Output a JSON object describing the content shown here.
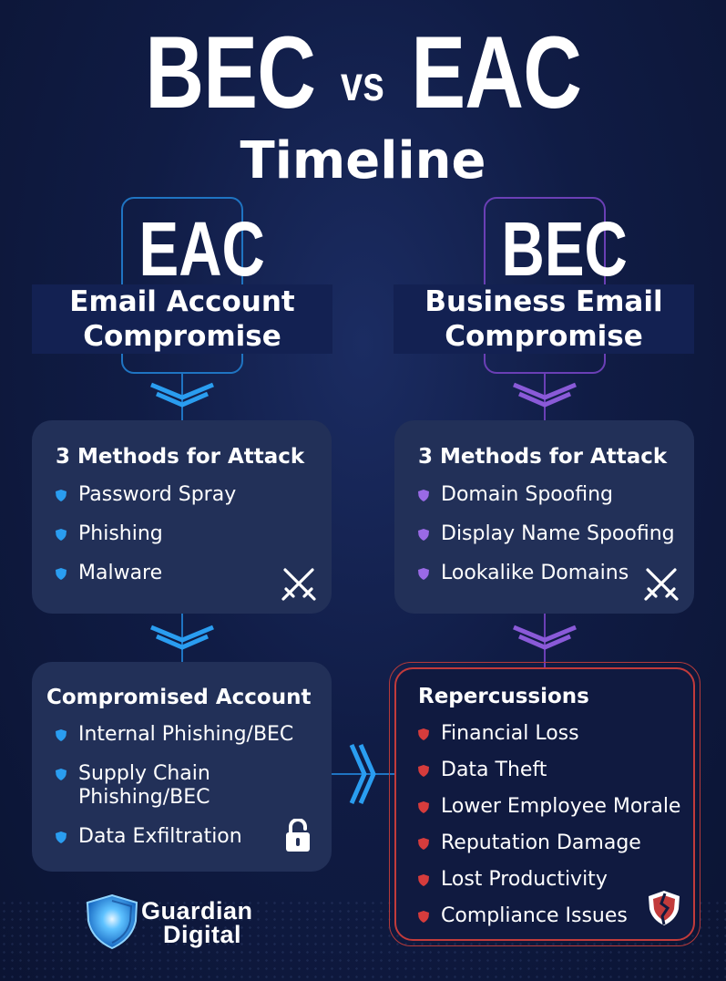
{
  "title": {
    "left": "BEC",
    "vs": "vs",
    "right": "EAC",
    "subtitle": "Timeline"
  },
  "eac": {
    "abbr": "EAC",
    "fullname_line1": "Email Account",
    "fullname_line2": "Compromise",
    "methods": {
      "heading": "3 Methods for Attack",
      "items": [
        "Password Spray",
        "Phishing",
        "Malware"
      ]
    },
    "compromised": {
      "heading": "Compromised Account",
      "items": [
        "Internal Phishing/BEC",
        "Supply Chain",
        "Phishing/BEC",
        "Data Exfiltration"
      ]
    }
  },
  "bec": {
    "abbr": "BEC",
    "fullname_line1": "Business Email",
    "fullname_line2": "Compromise",
    "methods": {
      "heading": "3 Methods for Attack",
      "items": [
        "Domain Spoofing",
        "Display Name Spoofing",
        "Lookalike Domains"
      ]
    },
    "repercussions": {
      "heading": "Repercussions",
      "items": [
        "Financial Loss",
        "Data Theft",
        "Lower Employee Morale",
        "Reputation Damage",
        "Lost Productivity",
        "Compliance Issues"
      ]
    }
  },
  "logo": {
    "line1": "Guardian",
    "line2": "Digital"
  },
  "colors": {
    "background": "#101c45",
    "card": "#223058",
    "eac_accent": "#1f8fe0",
    "bec_accent": "#8a5ad8",
    "repercussion_accent": "#c23b3b"
  },
  "icons": {
    "eac_methods": "crossed-swords-icon",
    "bec_methods": "crossed-swords-icon",
    "compromised": "unlocked-padlock-icon",
    "repercussions": "broken-shield-icon",
    "flow_arrow": "chevron-down-icon",
    "side_arrow": "chevron-right-icon"
  }
}
